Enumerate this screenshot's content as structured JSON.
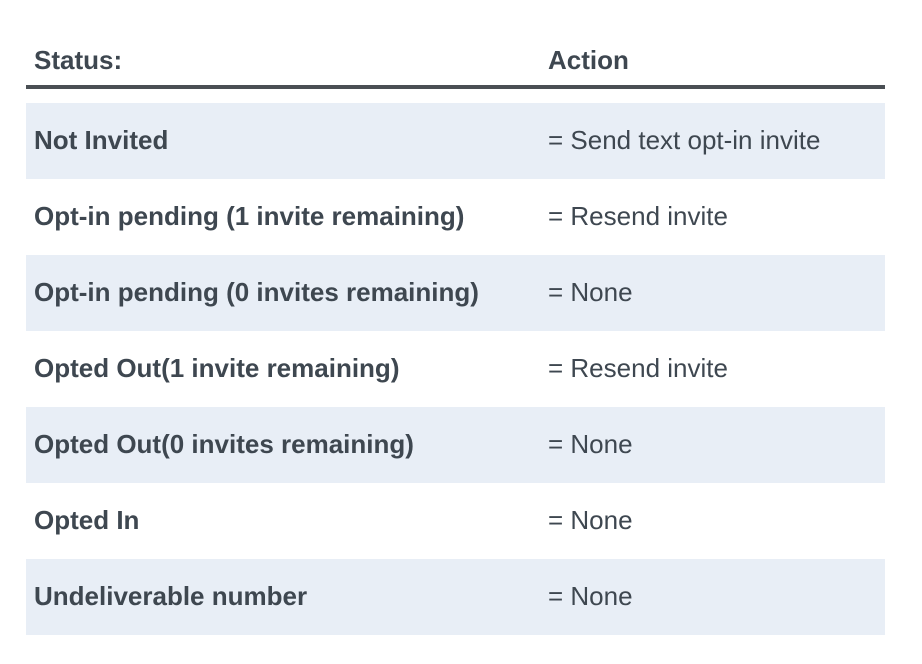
{
  "table": {
    "columns": [
      {
        "label": "Status:"
      },
      {
        "label": "Action"
      }
    ],
    "rows": [
      {
        "status": "Not Invited",
        "action": "= Send text opt-in invite"
      },
      {
        "status": "Opt-in pending (1 invite remaining)",
        "action": "= Resend invite"
      },
      {
        "status": "Opt-in pending (0 invites remaining)",
        "action": "= None"
      },
      {
        "status": "Opted Out(1 invite remaining)",
        "action": "= Resend invite"
      },
      {
        "status": "Opted Out(0 invites remaining)",
        "action": "= None"
      },
      {
        "status": "Opted In",
        "action": "= None"
      },
      {
        "status": "Undeliverable number",
        "action": "= None"
      }
    ],
    "colors": {
      "row_alt_bg": "#e8eef6",
      "text": "#3e4750",
      "header_rule": "#4a4f54"
    }
  }
}
